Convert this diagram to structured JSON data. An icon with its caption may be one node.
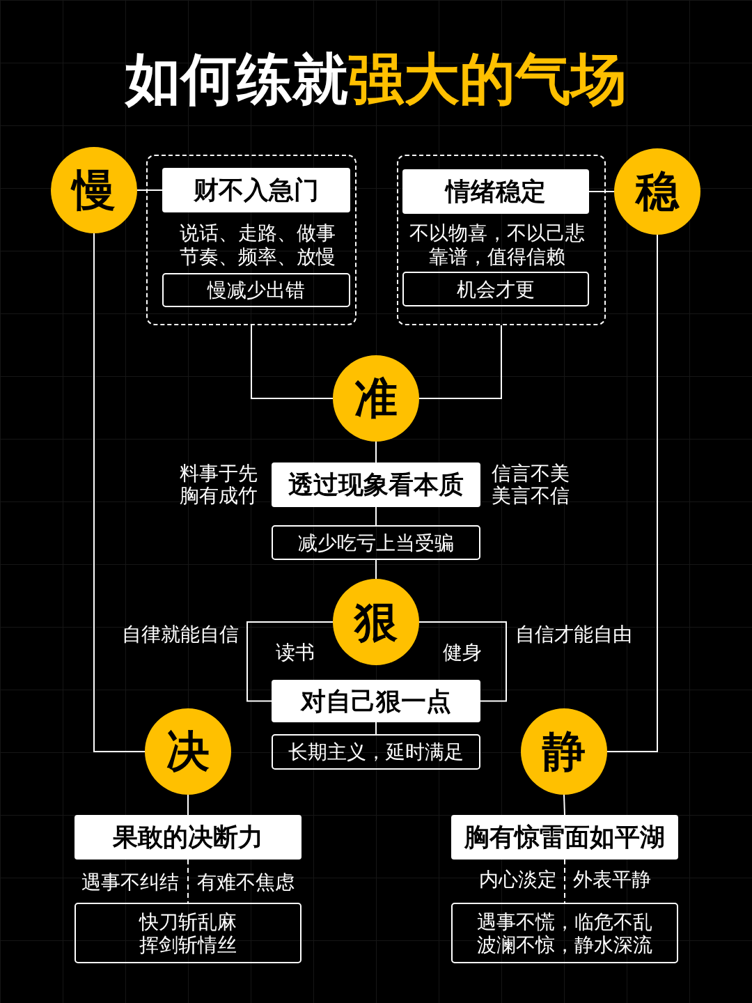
{
  "diagram": {
    "title": "如何练就**强大的气场**",
    "nodes": [
      {
        "text": [
          "慢"
        ]
      },
      {
        "text": [
          "说话、走路、做事节奏、频率、放慢"
        ]
      },
      {
        "text": [
          "财不入急门"
        ],
        "in": 1
      },
      {
        "text": [
          "慢减少出错"
        ],
        "in": 1
      },
      {
        "text": [
          "不以物喜，不以己悲靠谱，值得信赖"
        ]
      },
      {
        "text": [
          "情绪稳定"
        ],
        "in": 4
      },
      {
        "text": [
          "机会才更"
        ],
        "in": 4
      },
      {
        "text": [
          "稳"
        ]
      },
      {
        "text": [
          "准"
        ]
      },
      {
        "text": [
          "透过现象看本质"
        ],
        "beside": [
          "料事于先胸有成竹",
          "信言不美美言不信"
        ]
      },
      {
        "text": [
          "减少吃亏上当受骗"
        ]
      },
      {
        "text": [
          "狠"
        ]
      },
      {
        "text": [
          "对自己狠一点"
        ]
      },
      {
        "text": [
          "长期主义，延时满足"
        ]
      },
      {
        "text": [
          "决"
        ]
      },
      {
        "text": [
          "静"
        ]
      },
      {
        "text": [
          "果敢的决断力"
        ]
      },
      {
        "text": [
          "快刀斩乱麻挥剑斩情丝"
        ]
      },
      {
        "text": [
          "胸有惊雷面如平湖"
        ]
      },
      {
        "text": [
          "遇事不慌，临危不乱波澜不惊，静水深流"
        ]
      }
    ],
    "edges": [
      {
        "from": 0,
        "to": 2,
        "arrow": "none"
      },
      {
        "from": 7,
        "to": 5,
        "arrow": "none"
      },
      {
        "from": 1,
        "to": 8,
        "arrow": "none"
      },
      {
        "from": 4,
        "to": 8,
        "arrow": "none"
      },
      {
        "from": 8,
        "to": 9,
        "arrow": "none"
      },
      {
        "from": 9,
        "to": 10,
        "arrow": "none"
      },
      {
        "from": 10,
        "to": 11,
        "arrow": "none"
      },
      {
        "from": 11,
        "to": 12,
        "arrow": "none"
      },
      {
        "from": 11,
        "to": 12,
        "arrow": "none"
      },
      {
        "from": 12,
        "to": 13,
        "arrow": "none"
      },
      {
        "from": 0,
        "to": 14,
        "arrow": "none"
      },
      {
        "from": 7,
        "to": 15,
        "arrow": "none"
      },
      {
        "from": 14,
        "to": 16,
        "arrow": "none"
      },
      {
        "from": 15,
        "to": 18,
        "arrow": "none"
      },
      {
        "from": 16,
        "to": 17,
        "arrow": "none",
        "style": "dashed"
      },
      {
        "from": 18,
        "to": 19,
        "arrow": "none",
        "style": "dashed"
      }
    ],
    "labels": [
      "自律就能自信",
      "读书",
      "健身",
      "自信才能自由",
      "遇事不纠结",
      "有难不焦虑",
      "内心淡定",
      "外表平静"
    ]
  }
}
